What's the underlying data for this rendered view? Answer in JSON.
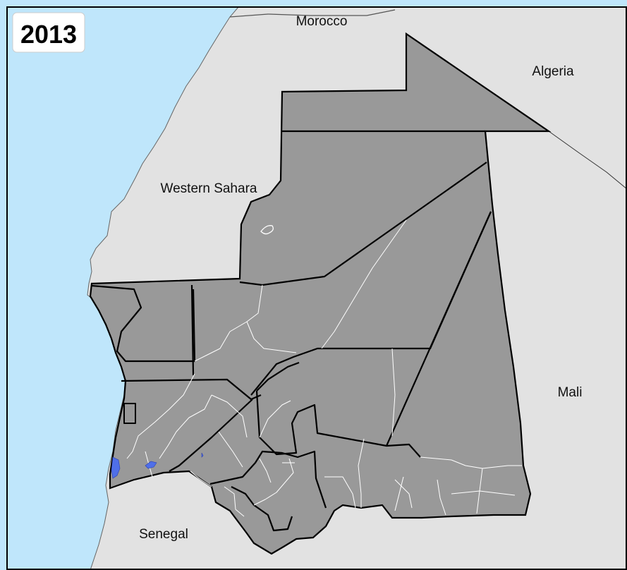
{
  "map": {
    "year": "2013",
    "countries": {
      "morocco": "Morocco",
      "algeria": "Algeria",
      "western_sahara": "Western Sahara",
      "mali": "Mali",
      "senegal": "Senegal"
    },
    "colors": {
      "ocean": "#bfe6fb",
      "neighbor_land": "#e2e2e2",
      "mauritania_fill": "#999999",
      "admin1_border": "#000000",
      "admin2_border": "#ffffff",
      "water_body": "#4f6fe8"
    }
  }
}
